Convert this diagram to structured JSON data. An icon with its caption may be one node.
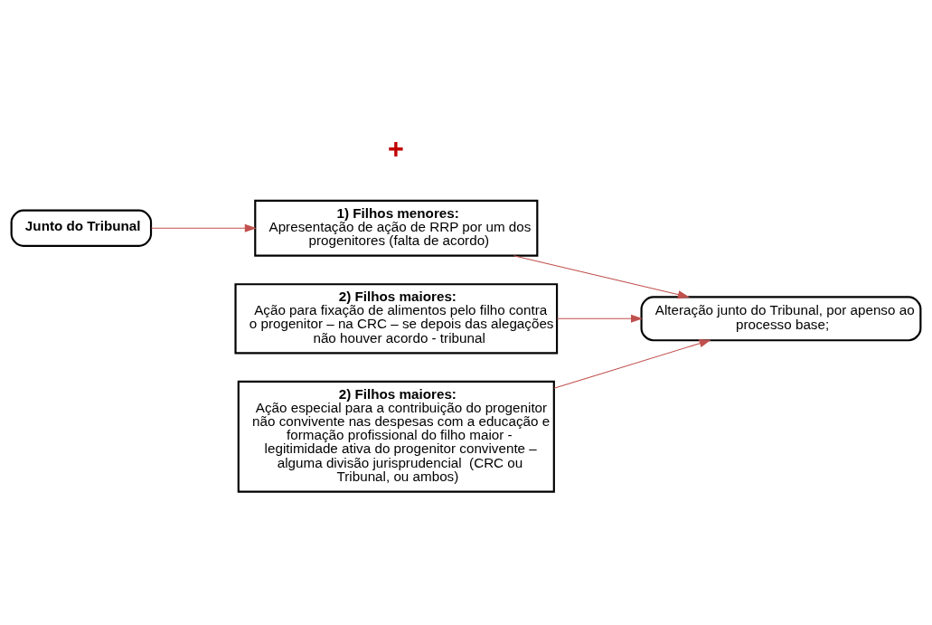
{
  "diagram": {
    "nodes": [
      {
        "text": [
          "Junto do Tribunal"
        ]
      },
      {
        "text": [
          "1) Filhos menores:",
          "Apresentação de ação de RRP por um dos progenitores (falta de acordo)"
        ]
      },
      {
        "text": [
          "2) Filhos maiores:",
          "Ação para fixação de alimentos pelo filho contra o progenitor – na CRC – se depois das alegações não houver acordo - tribunal"
        ]
      },
      {
        "text": [
          "2) Filhos maiores:",
          "Ação especial para a contribuição do progenitor não convivente nas despesas com a educação e formação profissional do filho maior - legitimidade ativa do progenitor convivente – alguma divisão jurisprudencial  (CRC ou Tribunal, ou ambos)"
        ]
      },
      {
        "text": [
          "Alteração junto do Tribunal, por apenso ao processo base;"
        ]
      }
    ],
    "edges": [
      {
        "from": 0,
        "to": 1,
        "arrow": "to"
      },
      {
        "from": 1,
        "to": 4,
        "arrow": "to"
      },
      {
        "from": 2,
        "to": 4,
        "arrow": "to"
      },
      {
        "from": 3,
        "to": 4,
        "arrow": "to"
      }
    ],
    "labels": [
      "+"
    ]
  }
}
